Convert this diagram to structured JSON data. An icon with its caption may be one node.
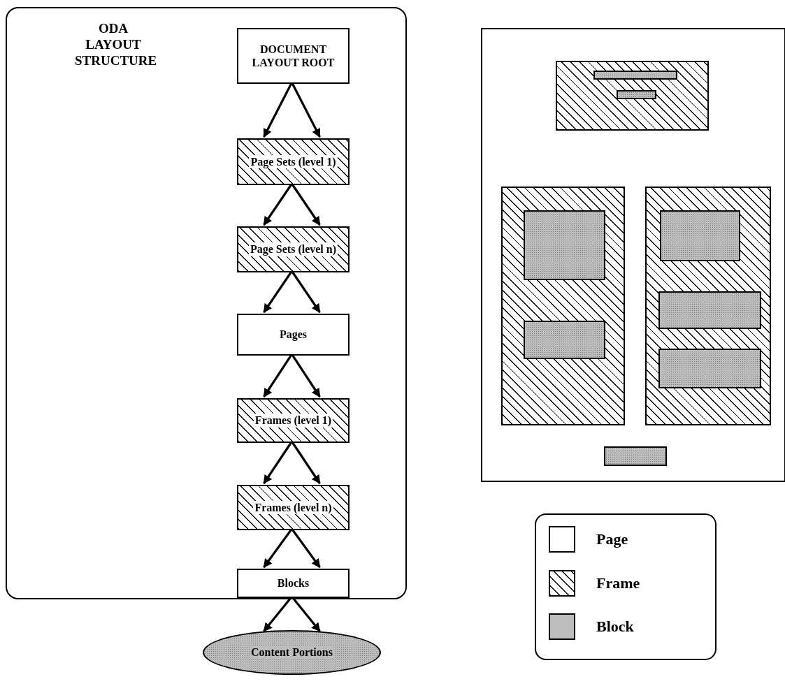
{
  "diagram": {
    "nodes": [
      {
        "text": [
          "ODA LAYOUT STRUCTURE"
        ]
      },
      {
        "text": [
          "DOCUMENT LAYOUT ROOT"
        ],
        "in": 0
      },
      {
        "text": [
          "Page Sets (level 1)"
        ],
        "in": 0
      },
      {
        "text": [
          "Page Sets (level n)"
        ],
        "in": 0
      },
      {
        "text": [
          "Pages"
        ],
        "in": 0
      },
      {
        "text": [
          "Frames (level 1)"
        ],
        "in": 0
      },
      {
        "text": [
          "Frames (level n)"
        ],
        "in": 0
      },
      {
        "text": [
          "Blocks"
        ],
        "in": 0
      },
      {
        "text": [
          "Content Portions"
        ]
      },
      {
        "text": [],
        "shape": "box"
      },
      {
        "text": [],
        "shape": "box",
        "in": 9
      },
      {
        "text": [],
        "shape": "box",
        "in": 10
      },
      {
        "text": [],
        "shape": "box",
        "in": 10
      },
      {
        "text": [],
        "shape": "box",
        "in": 9
      },
      {
        "text": [],
        "shape": "box",
        "in": 13
      },
      {
        "text": [],
        "shape": "box",
        "in": 13
      },
      {
        "text": [],
        "shape": "box",
        "in": 9
      },
      {
        "text": [],
        "shape": "box",
        "in": 16
      },
      {
        "text": [],
        "shape": "box",
        "in": 16
      },
      {
        "text": [],
        "shape": "box",
        "in": 16
      },
      {
        "text": [],
        "shape": "box",
        "in": 9
      }
    ],
    "edges": [
      {
        "from": 1,
        "to": 2,
        "arrow": "to"
      },
      {
        "from": 1,
        "to": 2,
        "arrow": "to"
      },
      {
        "from": 2,
        "to": 3,
        "arrow": "to"
      },
      {
        "from": 2,
        "to": 3,
        "arrow": "to"
      },
      {
        "from": 3,
        "to": 4,
        "arrow": "to"
      },
      {
        "from": 3,
        "to": 4,
        "arrow": "to"
      },
      {
        "from": 4,
        "to": 5,
        "arrow": "to"
      },
      {
        "from": 4,
        "to": 5,
        "arrow": "to"
      },
      {
        "from": 5,
        "to": 6,
        "arrow": "to"
      },
      {
        "from": 5,
        "to": 6,
        "arrow": "to"
      },
      {
        "from": 6,
        "to": 7,
        "arrow": "to"
      },
      {
        "from": 6,
        "to": 7,
        "arrow": "to"
      },
      {
        "from": 7,
        "to": 8,
        "arrow": "to"
      },
      {
        "from": 7,
        "to": 8,
        "arrow": "to"
      }
    ],
    "legend": [
      {
        "text": "Page",
        "color": "#ffffff"
      },
      {
        "text": "Frame"
      },
      {
        "text": "Block",
        "color": "#bdbdbd"
      }
    ]
  }
}
